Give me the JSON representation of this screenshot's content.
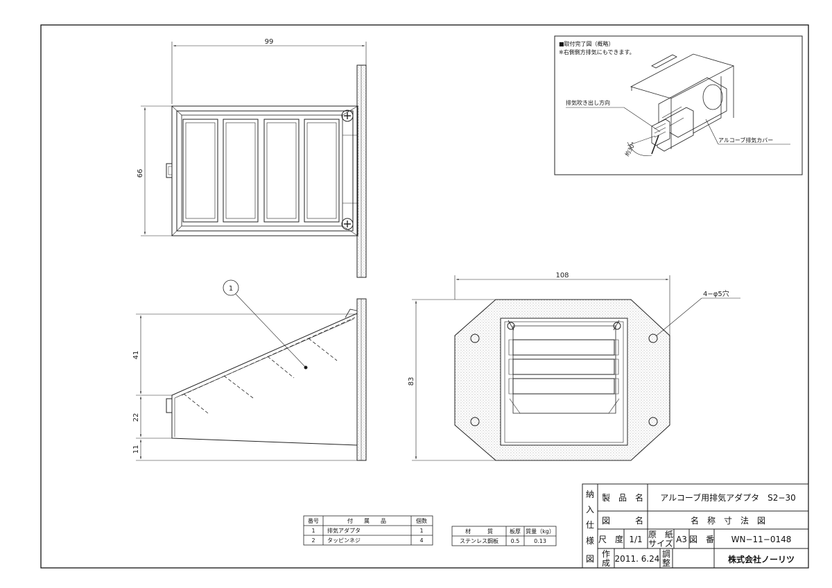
{
  "dimensions": {
    "front_width": "99",
    "front_height": "66",
    "side_upper": "41",
    "side_middle": "22",
    "side_lower": "11",
    "plate_width": "108",
    "plate_height": "83",
    "hole_note": "4−φ5穴"
  },
  "part_callout": "1",
  "inset": {
    "title": "■取付完了図（概略）",
    "note": "※右側側方排気にもできます。",
    "label_direction": "排気吹き出し方向",
    "label_cover": "アルコーブ排気カバー",
    "angle": "約30°"
  },
  "parts_table": {
    "headers": [
      "番号",
      "付　　属　　品",
      "個数"
    ],
    "rows": [
      [
        "1",
        "排気アダプタ",
        "1"
      ],
      [
        "2",
        "タッピンネジ",
        "4"
      ]
    ]
  },
  "material_table": {
    "headers": [
      "材　　　質",
      "板厚",
      "質量（kg）"
    ],
    "row": [
      "ステンレス鋼板",
      "0.5",
      "0.13"
    ]
  },
  "title_block": {
    "vertical_chars": [
      "納",
      "入",
      "仕",
      "様",
      "図"
    ],
    "product_name_label": "製　品　名",
    "product_name": "アルコーブ用排気アダプタ　S2−30",
    "drawing_name_label": "図　　　名",
    "drawing_name": "名　称　寸　法　図",
    "scale_label": "尺　度",
    "scale": "1/1",
    "paper_label_top": "原　紙",
    "paper_label_bottom": "サイズ",
    "paper_size": "A3",
    "drawing_no_label": "図　番",
    "drawing_no": "WN−11−0148",
    "created_label_top": "作",
    "created_label_bottom": "成",
    "created_date": "2011. 6.24",
    "adjusted_label_top": "調",
    "adjusted_label_bottom": "整",
    "company": "株式会社ノーリツ"
  }
}
